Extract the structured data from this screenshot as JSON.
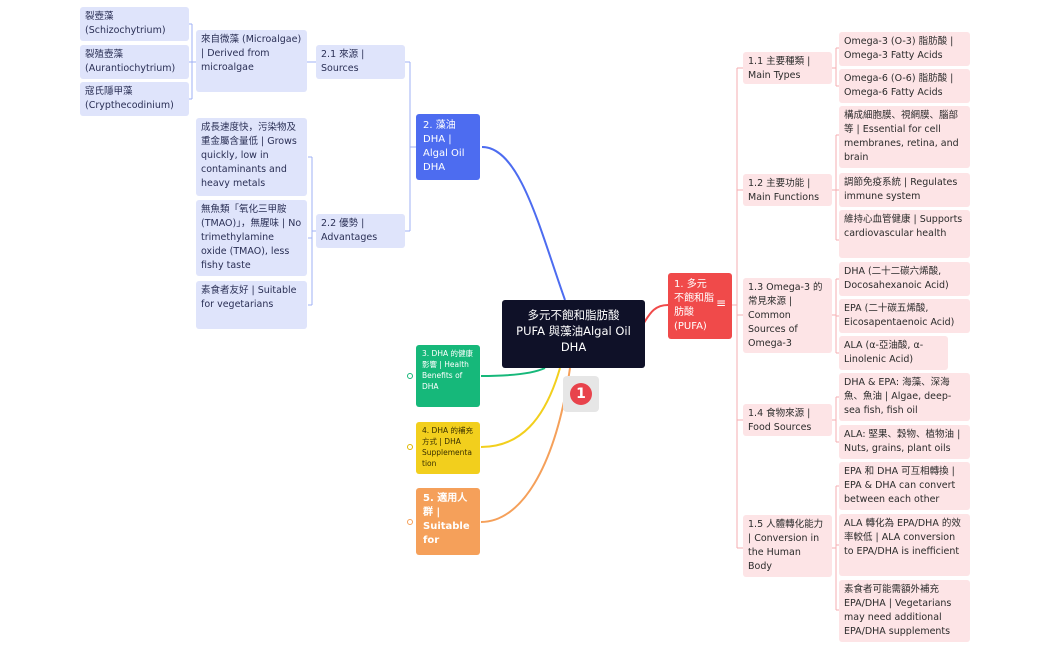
{
  "root": {
    "label": "多元不飽和脂肪酸 PUFA 與藻油Algal Oil DHA"
  },
  "badge": "1",
  "colors": {
    "red": "#f04a4a",
    "blue": "#4d6cf0",
    "green": "#16b87a",
    "yellow": "#f2cf1d",
    "orange": "#f5a05a",
    "pink_leaf": "#fde4e6",
    "blue_leaf": "#dfe4fb",
    "root": "#0f1128"
  },
  "icons": {
    "menu": "hamburger-icon",
    "badge": "numbered-marker-icon"
  },
  "branches": {
    "b1": {
      "label": "1. 多元不飽和脂肪酸 (PUFA)",
      "children": {
        "c11": {
          "label": "1.1 主要種類 | Main Types",
          "leaves": [
            "Omega-3 (O-3) 脂肪酸 | Omega-3 Fatty Acids",
            "Omega-6 (O-6) 脂肪酸 | Omega-6 Fatty Acids"
          ]
        },
        "c12": {
          "label": "1.2 主要功能 | Main Functions",
          "leaves": [
            "構成細胞膜、視網膜、腦部等 | Essential for cell membranes, retina, and brain",
            "調節免疫系統 | Regulates immune system",
            "維持心血管健康 | Supports cardiovascular health"
          ]
        },
        "c13": {
          "label": "1.3 Omega-3 的常見來源 | Common Sources of Omega-3",
          "leaves": [
            "DHA (二十二碳六烯酸, Docosahexanoic Acid)",
            "EPA (二十碳五烯酸, Eicosapentaenoic Acid)",
            "ALA (α-亞油酸, α-Linolenic Acid)"
          ]
        },
        "c14": {
          "label": "1.4 食物來源 | Food Sources",
          "leaves": [
            "DHA & EPA: 海藻、深海魚、魚油 | Algae, deep-sea fish, fish oil",
            "ALA: 堅果、穀物、植物油 | Nuts, grains, plant oils"
          ]
        },
        "c15": {
          "label": "1.5 人體轉化能力 | Conversion in the Human Body",
          "leaves": [
            "EPA 和 DHA 可互相轉換 | EPA & DHA can convert between each other",
            "ALA 轉化為 EPA/DHA 的效率較低 | ALA conversion to EPA/DHA is inefficient",
            "素食者可能需額外補充 EPA/DHA | Vegetarians may need additional EPA/DHA supplements"
          ]
        }
      }
    },
    "b2": {
      "label": "2. 藻油 DHA | Algal Oil DHA",
      "children": {
        "c21": {
          "label": "2.1 來源 | Sources",
          "sub": "來自微藻 (Microalgae) | Derived from microalgae",
          "leaves": [
            "裂壺藻 (Schizochytrium)",
            "裂殖壺藻 (Aurantiochytrium)",
            "寇氏隱甲藻 (Crypthecodinium)"
          ]
        },
        "c22": {
          "label": "2.2 優勢 | Advantages",
          "leaves": [
            "成長速度快，污染物及重金屬含量低 | Grows quickly, low in contaminants and heavy metals",
            "無魚類「氧化三甲胺 (TMAO)」，無腥味 | No trimethylamine oxide (TMAO), less fishy taste",
            "素食者友好 | Suitable for vegetarians"
          ]
        }
      }
    },
    "b3": {
      "label": "3. DHA 的健康影響 | Health Benefits of DHA"
    },
    "b4": {
      "label": "4. DHA 的補充方式 | DHA Supplementation"
    },
    "b5": {
      "label": "5. 適用人群 | Suitable for"
    }
  }
}
